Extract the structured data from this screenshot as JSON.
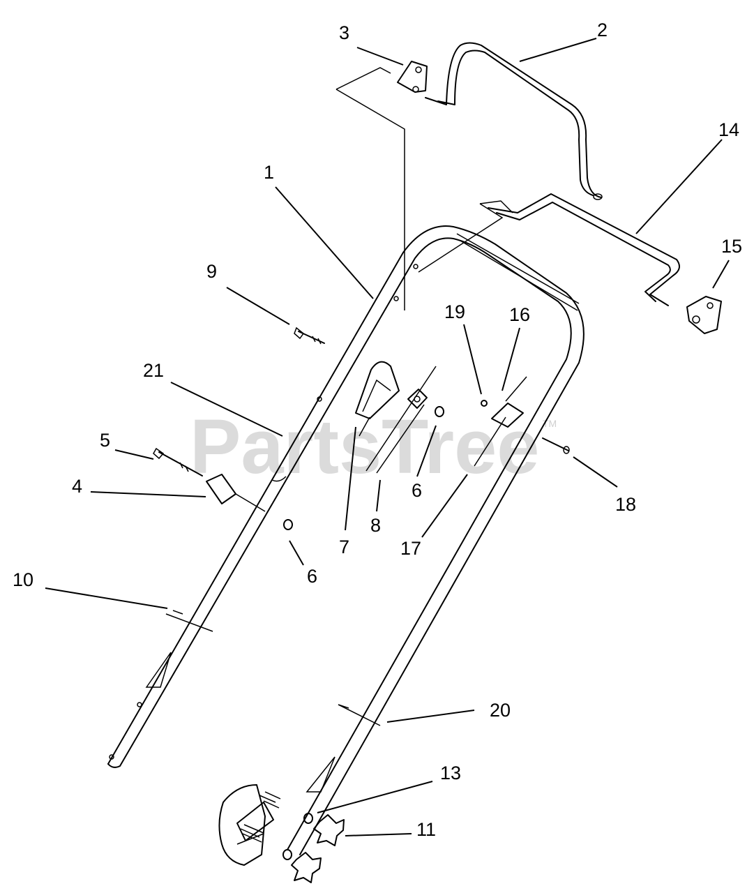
{
  "watermark": {
    "text": "PartsTree",
    "trademark": "TM"
  },
  "callouts": [
    {
      "id": "c1",
      "label": "1"
    },
    {
      "id": "c2",
      "label": "2"
    },
    {
      "id": "c3",
      "label": "3"
    },
    {
      "id": "c4",
      "label": "4"
    },
    {
      "id": "c5",
      "label": "5"
    },
    {
      "id": "c6a",
      "label": "6"
    },
    {
      "id": "c6b",
      "label": "6"
    },
    {
      "id": "c7",
      "label": "7"
    },
    {
      "id": "c8",
      "label": "8"
    },
    {
      "id": "c9",
      "label": "9"
    },
    {
      "id": "c10",
      "label": "10"
    },
    {
      "id": "c11",
      "label": "11"
    },
    {
      "id": "c13",
      "label": "13"
    },
    {
      "id": "c14",
      "label": "14"
    },
    {
      "id": "c15",
      "label": "15"
    },
    {
      "id": "c16",
      "label": "16"
    },
    {
      "id": "c17",
      "label": "17"
    },
    {
      "id": "c18",
      "label": "18"
    },
    {
      "id": "c19",
      "label": "19"
    },
    {
      "id": "c20",
      "label": "20"
    },
    {
      "id": "c21",
      "label": "21"
    }
  ]
}
